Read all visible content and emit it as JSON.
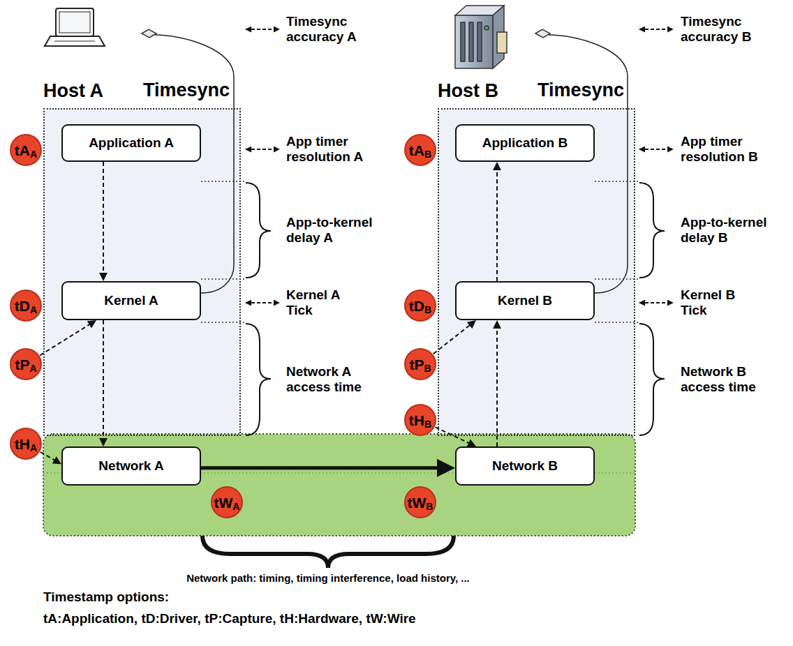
{
  "diagram": {
    "nodes": [
      {
        "text": [
          "Host A"
        ]
      },
      {
        "text": [
          "Application A"
        ],
        "in": 0
      },
      {
        "text": [
          "Kernel A"
        ],
        "in": 0
      },
      {
        "text": [
          "Network A"
        ]
      },
      {
        "text": [
          "Host B"
        ]
      },
      {
        "text": [
          "Application B"
        ],
        "in": 4
      },
      {
        "text": [
          "Kernel B"
        ],
        "in": 4
      },
      {
        "text": [
          "Network B"
        ]
      },
      {
        "text": [
          "tA",
          "A"
        ]
      },
      {
        "text": [
          "tD",
          "A"
        ]
      },
      {
        "text": [
          "tP",
          "A"
        ]
      },
      {
        "text": [
          "tH",
          "A"
        ]
      },
      {
        "text": [
          "tW",
          "A"
        ]
      },
      {
        "text": [
          "tA",
          "B"
        ]
      },
      {
        "text": [
          "tD",
          "B"
        ]
      },
      {
        "text": [
          "tP",
          "B"
        ]
      },
      {
        "text": [
          "tH",
          "B"
        ]
      },
      {
        "text": [
          "tW",
          "B"
        ]
      }
    ],
    "edges": [
      {
        "from": 1,
        "to": 2,
        "arrow": "to"
      },
      {
        "from": 2,
        "to": 3,
        "arrow": "to"
      },
      {
        "from": 3,
        "to": 7,
        "arrow": "to"
      },
      {
        "from": 7,
        "to": 6,
        "arrow": "to"
      },
      {
        "from": 6,
        "to": 5,
        "arrow": "to"
      },
      {
        "from": 10,
        "to": 2,
        "arrow": "to"
      },
      {
        "from": 11,
        "to": 3,
        "arrow": "to"
      },
      {
        "from": 15,
        "to": 6,
        "arrow": "to"
      },
      {
        "from": 16,
        "to": 7,
        "arrow": "to"
      }
    ],
    "labels": [
      "Timesync",
      "Timesync accuracy A",
      "App timer resolution A",
      "App-to-kernel delay A",
      "Kernel A Tick",
      "Network A access time",
      "Timesync",
      "Timesync accuracy B",
      "App timer resolution B",
      "App-to-kernel delay B",
      "Kernel B Tick",
      "Network B access time",
      "Network path: timing, timing interference, load history, ...",
      "Timestamp options:",
      "tA:Application, tD:Driver, tP:Capture, tH:Hardware, tW:Wire"
    ]
  }
}
